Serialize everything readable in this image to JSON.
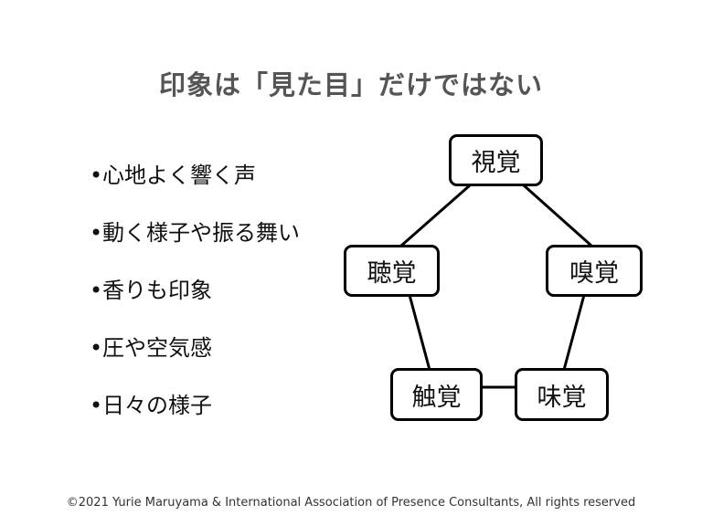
{
  "title": "印象は「見た目」だけではない",
  "bullets": [
    "心地よく響く声",
    "動く様子や振る舞い",
    "香りも印象",
    "圧や空気感",
    "日々の様子"
  ],
  "bullet_marker": "•",
  "diagram": {
    "nodes": [
      "視覚",
      "聴覚",
      "嗅覚",
      "触覚",
      "味覚"
    ]
  },
  "footer": "©2021 Yurie Maruyama & International Association of Presence Consultants, All rights reserved"
}
